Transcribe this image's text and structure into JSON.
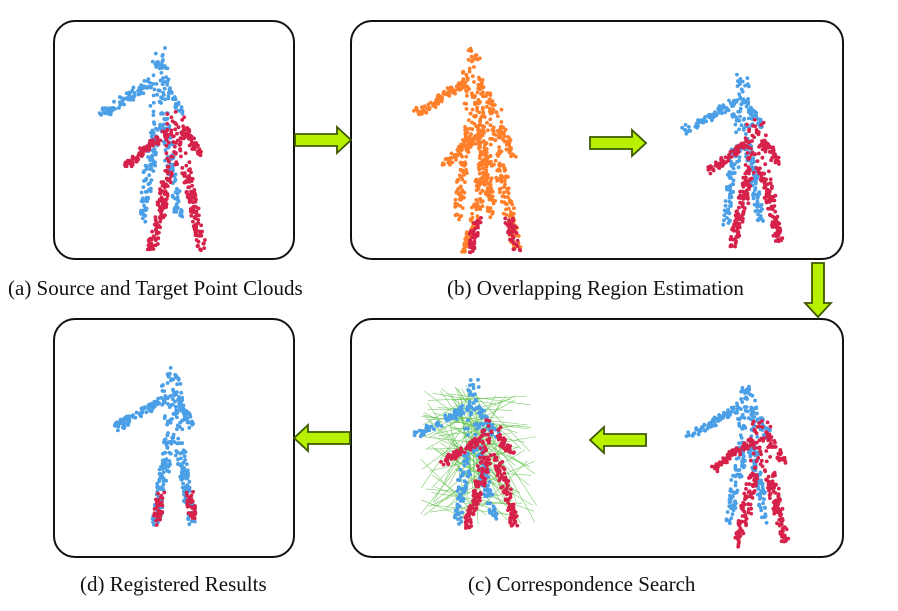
{
  "captions": {
    "a": "(a) Source and Target Point Clouds",
    "b": "(b) Overlapping Region Estimation",
    "c": "(c) Correspondence Search",
    "d": "(d) Registered Results"
  },
  "colors": {
    "source": "#4a9fe6",
    "target": "#d6224a",
    "overlap": "#ff7f2a",
    "correspondence_line": "#5fc04a",
    "arrow_fill": "#b8f000",
    "arrow_stroke": "#3d5a00",
    "border": "#111111"
  }
}
